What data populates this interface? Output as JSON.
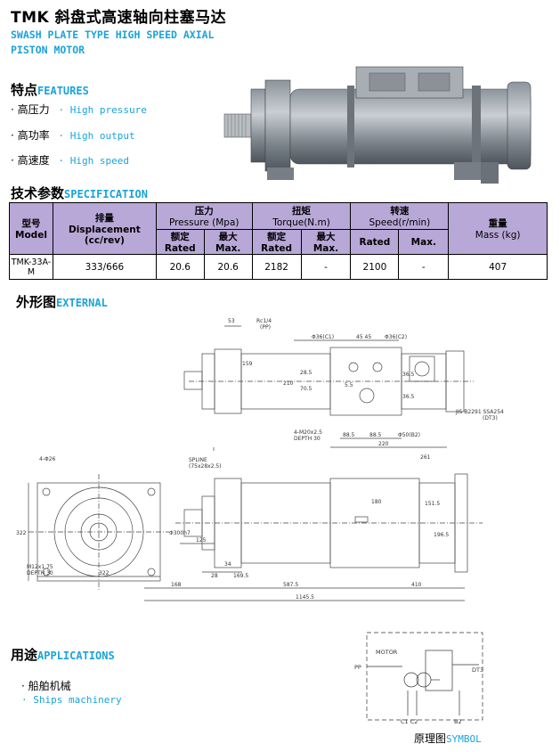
{
  "header": {
    "title": "TMK 斜盘式高速轴向柱塞马达",
    "subtitle_line1": "SWASH PLATE TYPE HIGH SPEED AXIAL",
    "subtitle_line2": "PISTON MOTOR"
  },
  "features": {
    "heading_cn": "特点",
    "heading_en": "FEATURES",
    "items": [
      {
        "cn": "高压力",
        "en": "High pressure"
      },
      {
        "cn": "高功率",
        "en": "High output"
      },
      {
        "cn": "高速度",
        "en": "High speed"
      }
    ]
  },
  "specification": {
    "heading_cn": "技术参数",
    "heading_en": "SPECIFICATION",
    "headers": {
      "model_cn": "型号",
      "model_en": "Model",
      "disp_cn": "排量",
      "disp_en": "Displacement",
      "disp_unit": "(cc/rev)",
      "pressure_cn": "压力",
      "pressure_en": "Pressure (Mpa)",
      "torque_cn": "扭矩",
      "torque_en": "Torque(N.m)",
      "speed_cn": "转速",
      "speed_en": "Speed(r/min)",
      "mass_cn": "重量",
      "mass_en": "Mass (kg)",
      "rated_cn": "额定",
      "rated_en": "Rated",
      "max_cn": "最大",
      "max_en": "Max."
    },
    "row": {
      "model": "TMK-33A-M",
      "displacement": "333/666",
      "pressure_rated": "20.6",
      "pressure_max": "20.6",
      "torque_rated": "2182",
      "torque_max": "-",
      "speed_rated": "2100",
      "speed_max": "-",
      "mass": "407"
    }
  },
  "external": {
    "heading_cn": "外形图",
    "heading_en": "EXTERNAL",
    "dims": {
      "d53": "53",
      "rp": "Rc1/4",
      "rp2": "(PP)",
      "d159": "159",
      "d210": "210",
      "phi36c1": "Φ36(C1)",
      "d4545": "45  45",
      "phi36c2": "Φ36(C2)",
      "d285a": "28.5",
      "d705": "70.5",
      "d55": "5.5",
      "d365a": "36.5",
      "d365b": "36.5",
      "d885a": "88.5",
      "d885b": "88.5",
      "phi50": "Φ50(B2)",
      "d220": "220",
      "d261": "261",
      "mthread": "4-M20x2.5",
      "depth30": "DEPTH 30",
      "jis": "JIS B2291 SSA254",
      "jis2": "(DT3)",
      "d4626": "4-Φ26",
      "d322a": "322",
      "d322b": "322",
      "m12": "M12x1.75",
      "depth30b": "DEPTH 30",
      "spline": "SPLINE",
      "spline2": "(75x28x2.5)",
      "phi300": "Φ300h7",
      "d125": "125",
      "d28": "28",
      "d34": "34",
      "d1695": "169.5",
      "d168": "168",
      "d5875": "587.5",
      "d410": "410",
      "d11455": "1145.5",
      "d180": "180",
      "d1515": "151.5",
      "d1965": "196.5"
    }
  },
  "applications": {
    "heading_cn": "用途",
    "heading_en": "APPLICATIONS",
    "item_cn": "船舶机械",
    "item_en": "Ships machinery"
  },
  "symbol": {
    "motor": "MOTOR",
    "pp": "PP",
    "dt3": "DT3",
    "c1c2": "C1 C2",
    "b2": "B2",
    "caption_cn": "原理图",
    "caption_en": "SYMBOL"
  }
}
